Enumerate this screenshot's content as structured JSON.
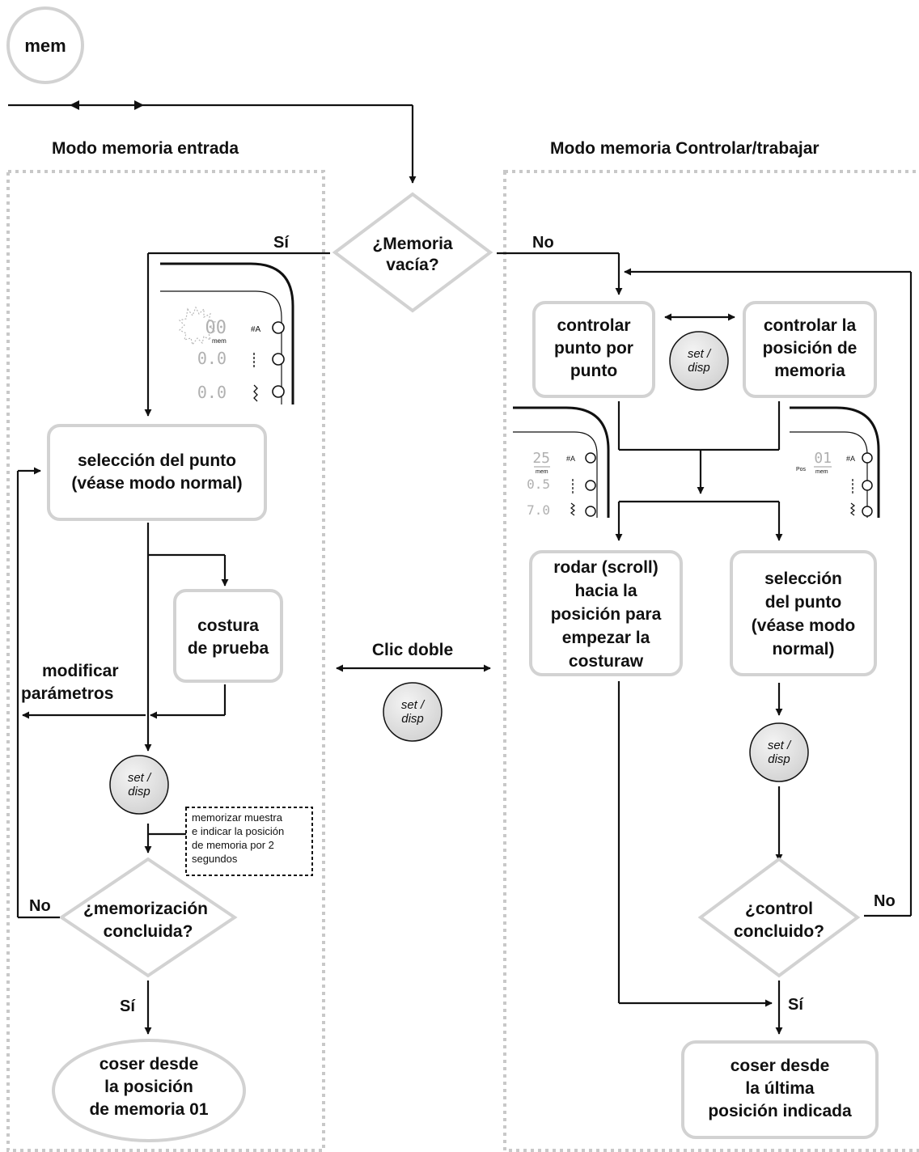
{
  "mem_label": "mem",
  "left_section": {
    "title": "Modo memoria entrada",
    "si_top": "Sí",
    "select_stitch": [
      "selección del punto",
      "(véase modo normal)"
    ],
    "test_seam": [
      "costura",
      "de prueba"
    ],
    "modify_params": [
      "modificar",
      "parámetros"
    ],
    "note": [
      "memorizar muestra",
      "e indicar la posición",
      "de memoria por 2",
      "segundos"
    ],
    "decision": [
      "¿memorización",
      "concluida?"
    ],
    "no_label": "No",
    "si_label": "Sí",
    "end": [
      "coser desde",
      "la posición",
      "de memoria 01"
    ],
    "display": {
      "rows": [
        "00",
        "0.0",
        "0.0"
      ],
      "sub": "mem"
    }
  },
  "center": {
    "decision": [
      "¿Memoria",
      "vacía?"
    ],
    "double_click": "Clic doble",
    "button": [
      "set /",
      "disp"
    ]
  },
  "right_section": {
    "title": "Modo memoria Controlar/trabajar",
    "no_top": "No",
    "control_stitch": [
      "controlar",
      "punto por",
      "punto"
    ],
    "control_position": [
      "controlar la",
      "posición de",
      "memoria"
    ],
    "scroll": [
      "rodar (scroll)",
      "hacia la",
      "posición para",
      "empezar la",
      "costuraw"
    ],
    "select_stitch": [
      "selección",
      "del punto",
      "(véase modo",
      "normal)"
    ],
    "decision": [
      "¿control",
      "concluido?"
    ],
    "no_label": "No",
    "si_label": "Sí",
    "end": [
      "coser desde",
      "la última",
      "posición indicada"
    ],
    "display_left": {
      "rows": [
        "25",
        "0.5",
        "7.0"
      ],
      "sub": "mem"
    },
    "display_right": {
      "rows": [
        "01"
      ],
      "sub": "mem",
      "pos": "Pos"
    }
  },
  "colors": {
    "line": "#111111",
    "box_border": "#d2d2d2",
    "dotted_frame": "#c8c8c8",
    "button_fill": "#e6e6e6"
  }
}
